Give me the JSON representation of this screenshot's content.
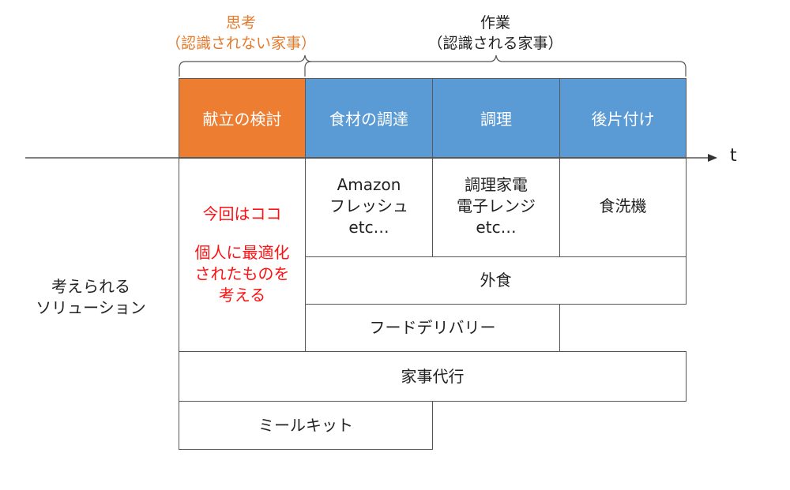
{
  "header": {
    "thinking": {
      "title": "思考",
      "subtitle": "（認識されない家事）"
    },
    "work": {
      "title": "作業",
      "subtitle": "（認識される家事）"
    }
  },
  "phases": [
    "献立の検討",
    "食材の調達",
    "調理",
    "後片付け"
  ],
  "axis": {
    "label": "t"
  },
  "side_label": {
    "line1": "考えられる",
    "line2": "ソリューション"
  },
  "focus": {
    "line1": "今回はココ",
    "line2": "個人に最適化",
    "line3": "されたものを",
    "line4": "考える"
  },
  "solutions": {
    "procurement": {
      "line1": "Amazon",
      "line2": "フレッシュ",
      "line3": "etc…"
    },
    "cooking": {
      "line1": "調理家電",
      "line2": "電子レンジ",
      "line3": "etc…"
    },
    "cleanup": {
      "line1": "食洗機"
    },
    "eating_out": "外食",
    "food_delivery": "フードデリバリー",
    "housework_service": "家事代行",
    "meal_kit": "ミールキット"
  },
  "colors": {
    "orange": "#ed7d31",
    "blue": "#5b9bd5",
    "focus_text": "#ff1111",
    "thinking_text": "#e57a2c"
  }
}
